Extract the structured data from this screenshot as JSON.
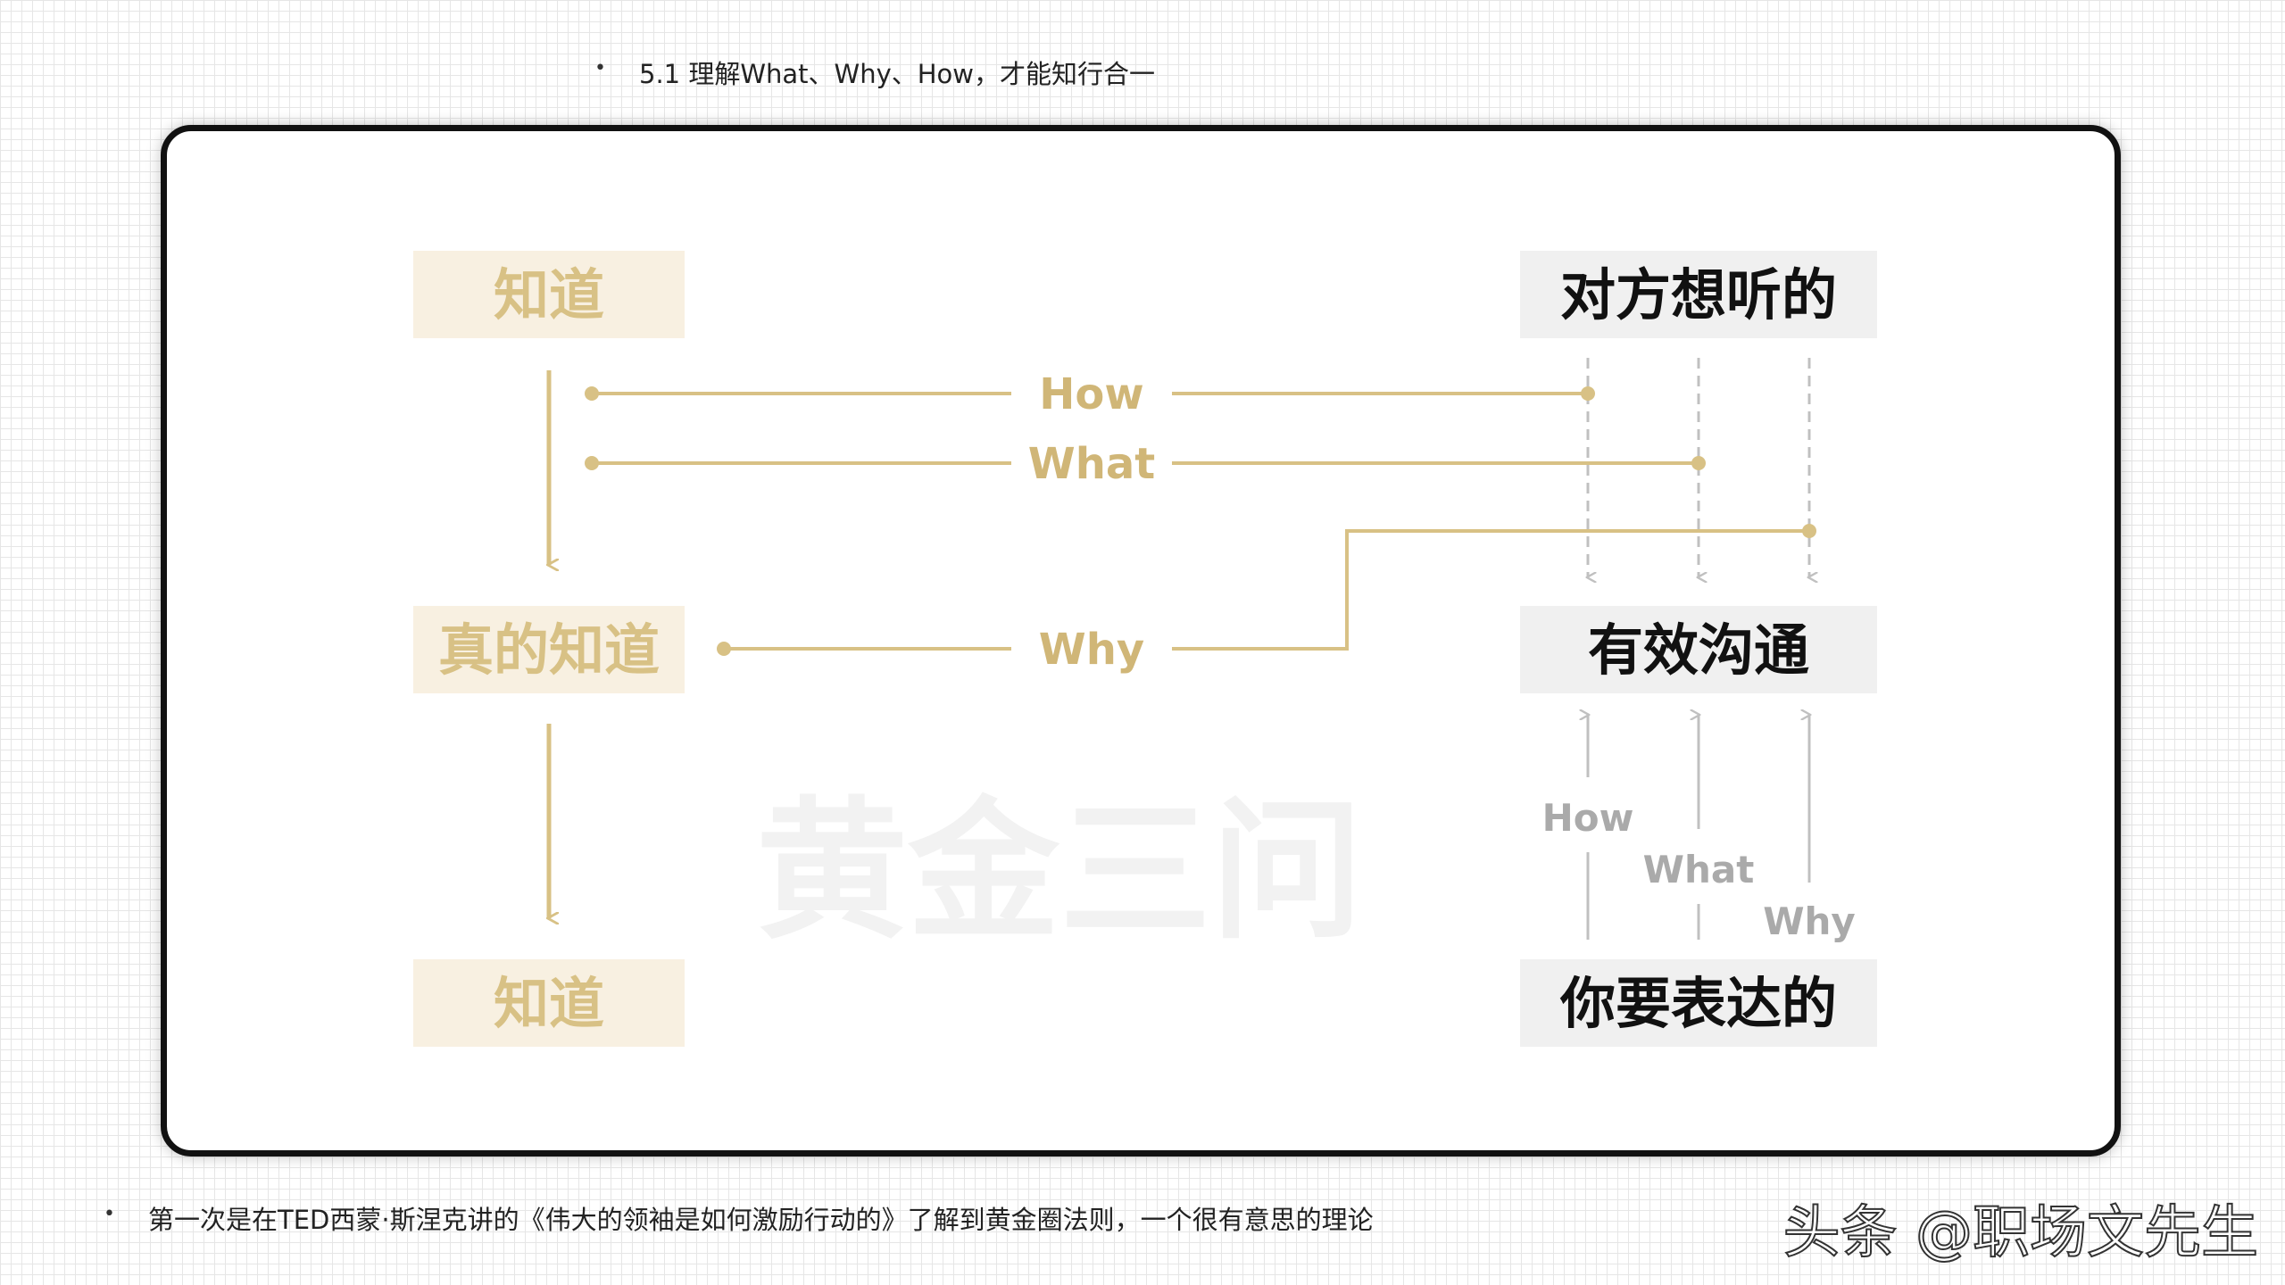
{
  "header": {
    "text": "5.1  理解What、Why、How，才能知行合一"
  },
  "footer": {
    "text": "第一次是在TED西蒙·斯涅克讲的《伟大的领袖是如何激励行动的》了解到黄金圈法则，一个很有意思的理论"
  },
  "watermark": {
    "text": "头条 @职场文先生"
  },
  "diagram": {
    "left_boxes": [
      "知道",
      "真的知道",
      "知道"
    ],
    "right_boxes": [
      "对方想听的",
      "有效沟通",
      "你要表达的"
    ],
    "gold_labels": {
      "how": "How",
      "what": "What",
      "why": "Why"
    },
    "gray_labels": {
      "how": "How",
      "what": "What",
      "why": "Why"
    },
    "center_title": "黄金三问"
  },
  "colors": {
    "gold": "#d8c185",
    "gold_text": "#c8ac6a",
    "left_box_bg": "#f8f0e1",
    "right_box_bg": "#f0f0f0",
    "gray_arrow": "#c0c0c0",
    "gray_text": "#aaaaaa",
    "title_gray": "#f2f2f2"
  }
}
